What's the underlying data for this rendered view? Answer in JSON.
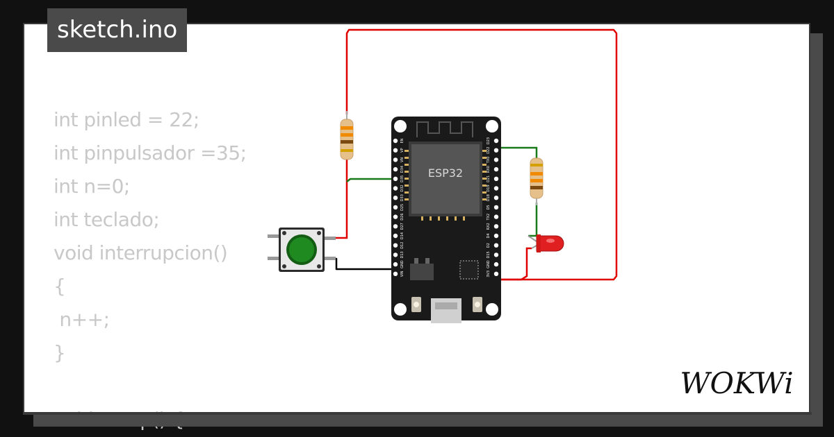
{
  "tab": {
    "filename": "sketch.ino"
  },
  "code": {
    "lines": [
      "int pinled = 22;",
      "int pinpulsador =35;",
      "int n=0;",
      "int teclado;",
      "void interrupcion()",
      "{",
      " n++;",
      "}",
      "",
      "void setup() {"
    ]
  },
  "board": {
    "label": "ESP32",
    "left_pins": [
      "EN",
      "VP",
      "VN",
      "D34",
      "D35",
      "D32",
      "D33",
      "D25",
      "D26",
      "D27",
      "D14",
      "D12",
      "D13",
      "GND",
      "VIN"
    ],
    "right_pins": [
      "D23",
      "D22",
      "TX0",
      "RX0",
      "D21",
      "D19",
      "D18",
      "D5",
      "TX2",
      "RX2",
      "D4",
      "D2",
      "D15",
      "GND",
      "3V3"
    ]
  },
  "brand": {
    "logo_text": "WOKWi"
  },
  "colors": {
    "background": "#111111",
    "card": "#ffffff",
    "tab": "#4a4a4a",
    "code_text": "#c8c8c8",
    "wire_red": "#e00000",
    "wire_green": "#1a7a1a",
    "wire_black": "#000000",
    "button_cap": "#1f8a1f",
    "led": "#e02020"
  },
  "icons": [
    "pushbutton-icon",
    "resistor-icon",
    "led-icon",
    "esp32-board-icon",
    "wokwi-logo-icon"
  ]
}
